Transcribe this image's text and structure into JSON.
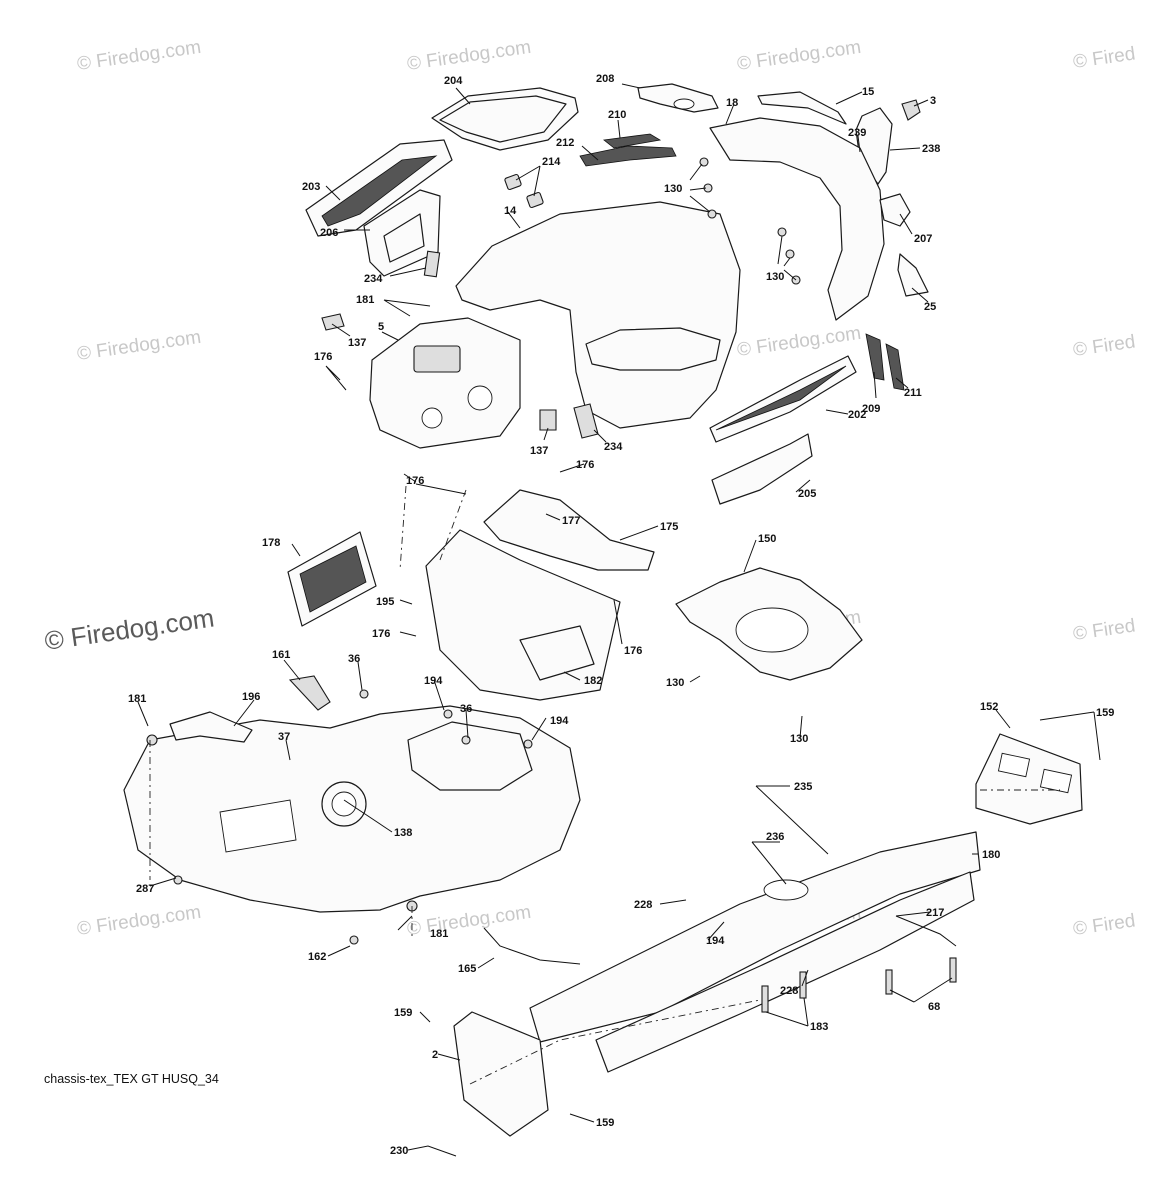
{
  "watermark": "© Firedog.com",
  "watermark_clipped": "© Fired",
  "caption": "chassis-tex_TEX GT HUSQ_34",
  "callouts": {
    "c204": "204",
    "c208": "208",
    "c15": "15",
    "c3": "3",
    "c18": "18",
    "c210": "210",
    "c212": "212",
    "c214": "214",
    "c239": "239",
    "c238": "238",
    "c203": "203",
    "c14": "14",
    "c130a": "130",
    "c207": "207",
    "c206": "206",
    "c234a": "234",
    "c130b": "130",
    "c25": "25",
    "c181a": "181",
    "c137a": "137",
    "c5": "5",
    "c176a": "176",
    "c209": "209",
    "c211": "211",
    "c202": "202",
    "c137b": "137",
    "c234b": "234",
    "c176b": "176",
    "c176c": "176",
    "c205": "205",
    "c177": "177",
    "c175": "175",
    "c150": "150",
    "c178": "178",
    "c195": "195",
    "c176d": "176",
    "c176e": "176",
    "c161": "161",
    "c36a": "36",
    "c182": "182",
    "c130c": "130",
    "c181b": "181",
    "c196": "196",
    "c194a": "194",
    "c36b": "36",
    "c194b": "194",
    "c37": "37",
    "c130d": "130",
    "c152": "152",
    "c159a": "159",
    "c138": "138",
    "c235": "235",
    "c236": "236",
    "c180": "180",
    "c287": "287",
    "c228a": "228",
    "c217": "217",
    "c194c": "194",
    "c181c": "181",
    "c162": "162",
    "c165": "165",
    "c228b": "228",
    "c68": "68",
    "c183": "183",
    "c159b": "159",
    "c2": "2",
    "c159c": "159",
    "c230": "230"
  }
}
